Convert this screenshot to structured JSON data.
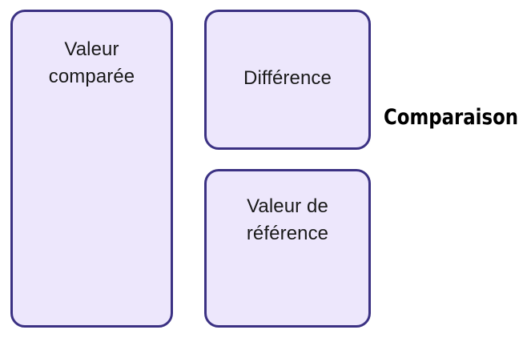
{
  "diagram": {
    "title": "Comparaison",
    "background_color": "#ffffff",
    "node_fill_color": "#ede7fc",
    "node_border_color": "#3b3183",
    "node_text_color": "#1a1a1a",
    "caption_text_color": "#000000",
    "nodes": [
      {
        "id": "valeur-comparee",
        "label": "Valeur\ncomparée"
      },
      {
        "id": "difference",
        "label": "Différence"
      },
      {
        "id": "valeur-reference",
        "label": "Valeur de\nréférence"
      }
    ],
    "caption": {
      "label": "Comparaison"
    }
  }
}
